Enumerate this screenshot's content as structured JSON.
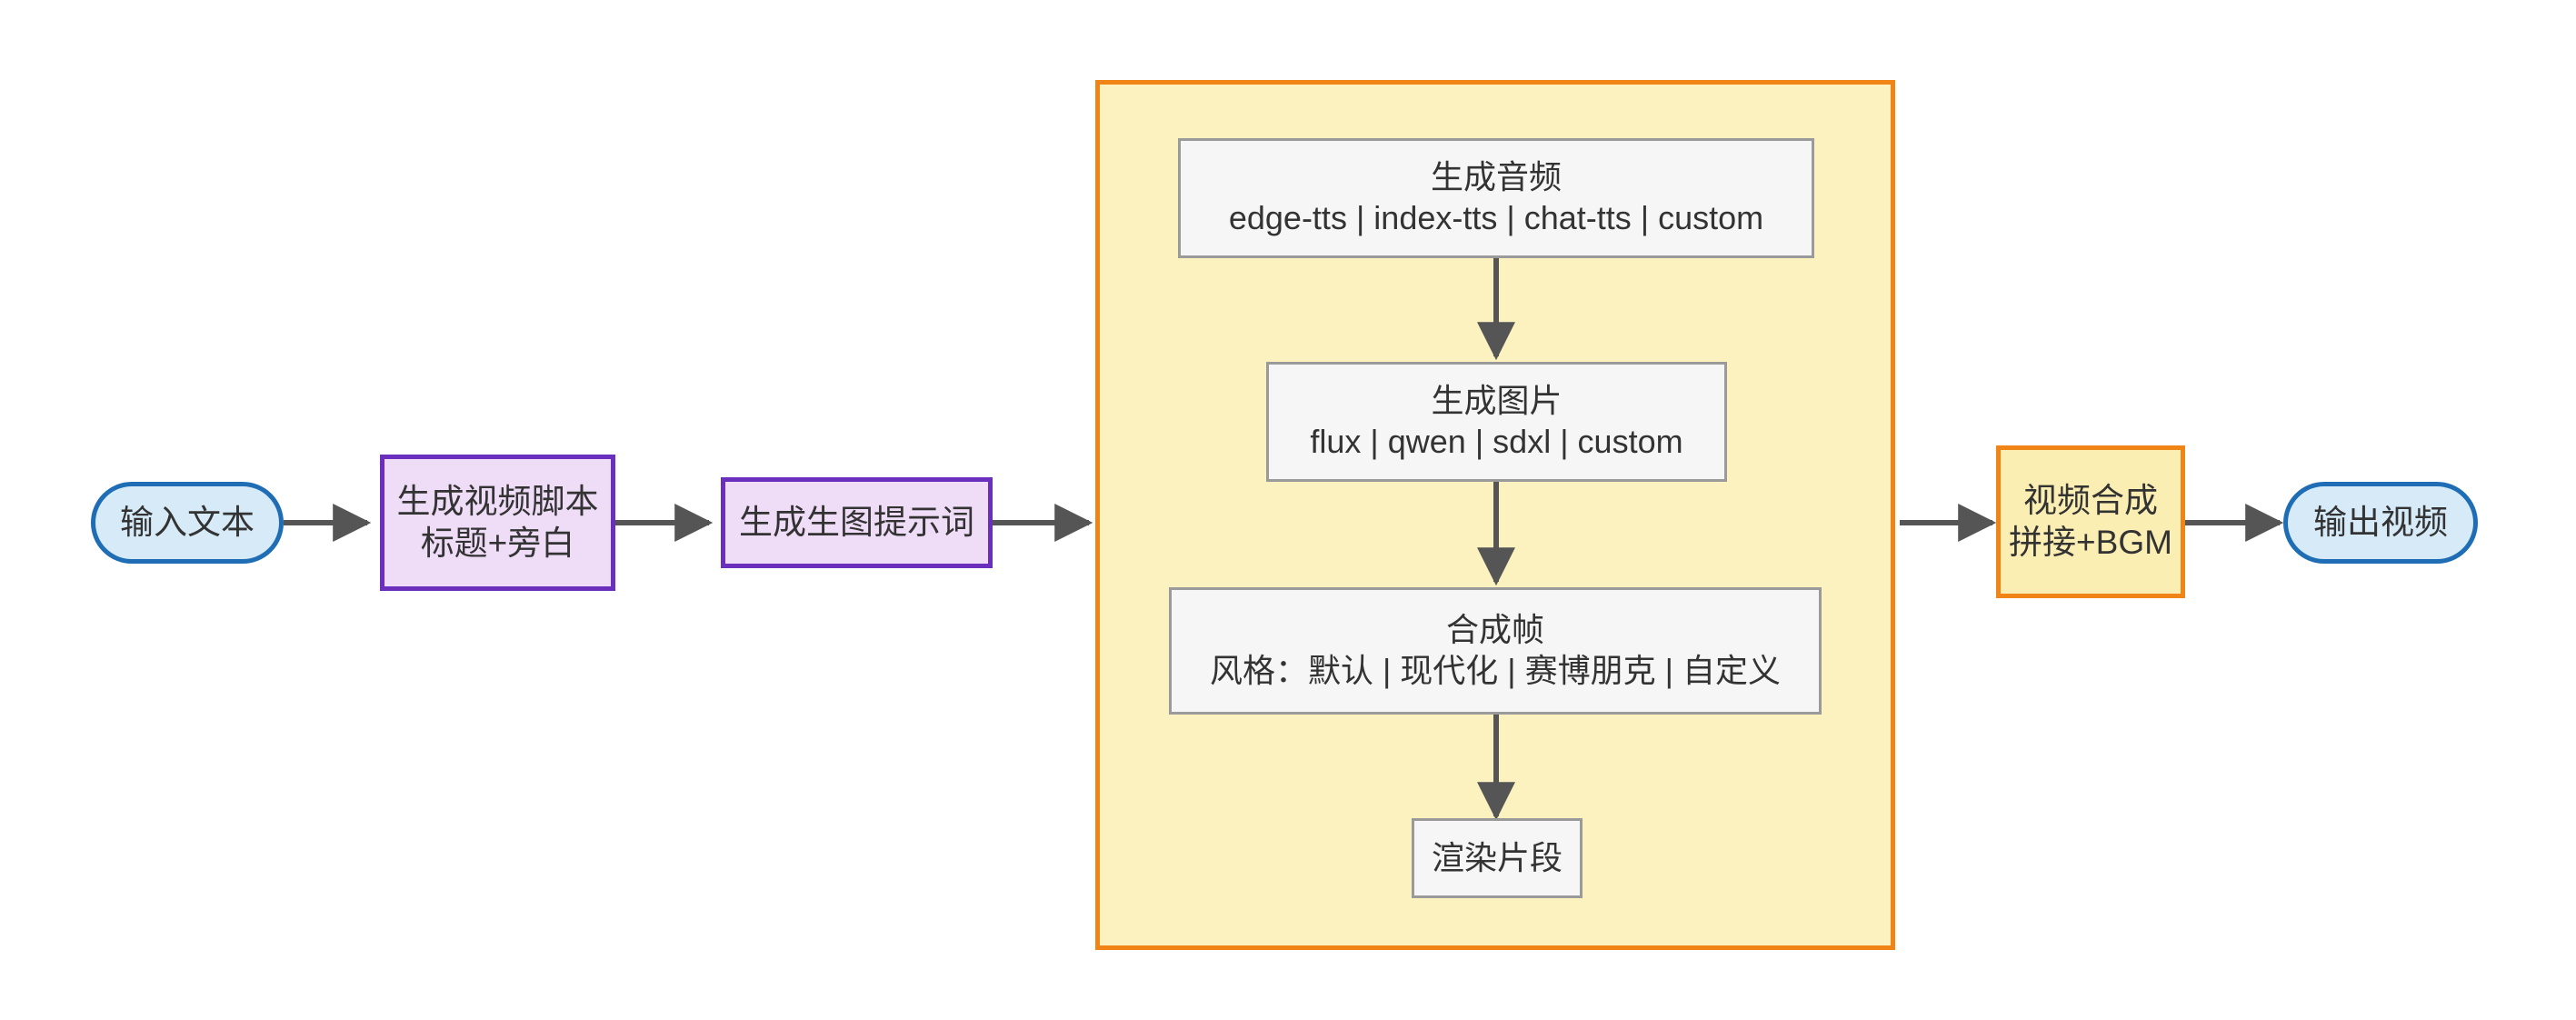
{
  "diagram": {
    "type": "flowchart",
    "direction": "left-to-right",
    "title": "",
    "background": "#ffffff",
    "palette": {
      "terminal_fill": "#d6eaf8",
      "terminal_stroke": "#1f6eb5",
      "process_fill": "#efdcf7",
      "process_stroke": "#6a2fbd",
      "accent_fill": "#fbeeb2",
      "accent_stroke": "#f08417",
      "subgraph_fill": "#fbf2bf",
      "subgraph_stroke": "#f08417",
      "plain_fill": "#f6f6f6",
      "plain_stroke": "#9a9a9a",
      "edge_stroke": "#555555",
      "text": "#333333"
    }
  },
  "nodes": {
    "input_text": {
      "label": "输入文本",
      "shape": "stadium",
      "style": "terminal"
    },
    "script": {
      "line1": "生成视频脚本",
      "line2": "标题+旁白",
      "shape": "rect",
      "style": "process"
    },
    "prompt": {
      "label": "生成生图提示词",
      "shape": "rect",
      "style": "process"
    },
    "audio": {
      "line1": "生成音频",
      "line2": "edge-tts | index-tts | chat-tts | custom",
      "shape": "rect",
      "style": "plain"
    },
    "image": {
      "line1": "生成图片",
      "line2": "flux | qwen | sdxl | custom",
      "shape": "rect",
      "style": "plain"
    },
    "frame": {
      "line1": "合成帧",
      "line2": "风格：默认 | 现代化 | 赛博朋克 | 自定义",
      "shape": "rect",
      "style": "plain"
    },
    "render": {
      "label": "渲染片段",
      "shape": "rect",
      "style": "plain"
    },
    "compose": {
      "line1": "视频合成",
      "line2": "拼接+BGM",
      "shape": "rect",
      "style": "accent"
    },
    "output_video": {
      "label": "输出视频",
      "shape": "stadium",
      "style": "terminal"
    }
  },
  "subgraph": {
    "label": "",
    "contains": [
      "audio",
      "image",
      "frame",
      "render"
    ]
  },
  "edges": [
    {
      "from": "input_text",
      "to": "script",
      "label": ""
    },
    {
      "from": "script",
      "to": "prompt",
      "label": ""
    },
    {
      "from": "prompt",
      "to": "subgraph",
      "label": ""
    },
    {
      "from": "audio",
      "to": "image",
      "label": ""
    },
    {
      "from": "image",
      "to": "frame",
      "label": ""
    },
    {
      "from": "frame",
      "to": "render",
      "label": ""
    },
    {
      "from": "subgraph",
      "to": "compose",
      "label": ""
    },
    {
      "from": "compose",
      "to": "output_video",
      "label": ""
    }
  ]
}
